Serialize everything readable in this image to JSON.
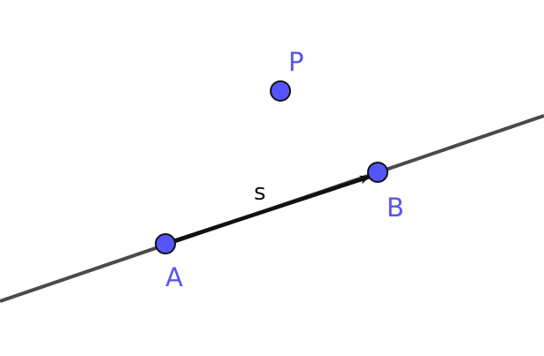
{
  "colors": {
    "background": "#ffffff",
    "line": "#4a4a4a",
    "vector": "#111111",
    "point_fill": "#5555ff",
    "point_stroke": "#111111",
    "point_label": "#5555ee"
  },
  "line": {
    "name": ""
  },
  "vector": {
    "label": "s",
    "from": "A",
    "to": "B"
  },
  "points": [
    {
      "label": "A"
    },
    {
      "label": "B"
    },
    {
      "label": "P"
    }
  ]
}
